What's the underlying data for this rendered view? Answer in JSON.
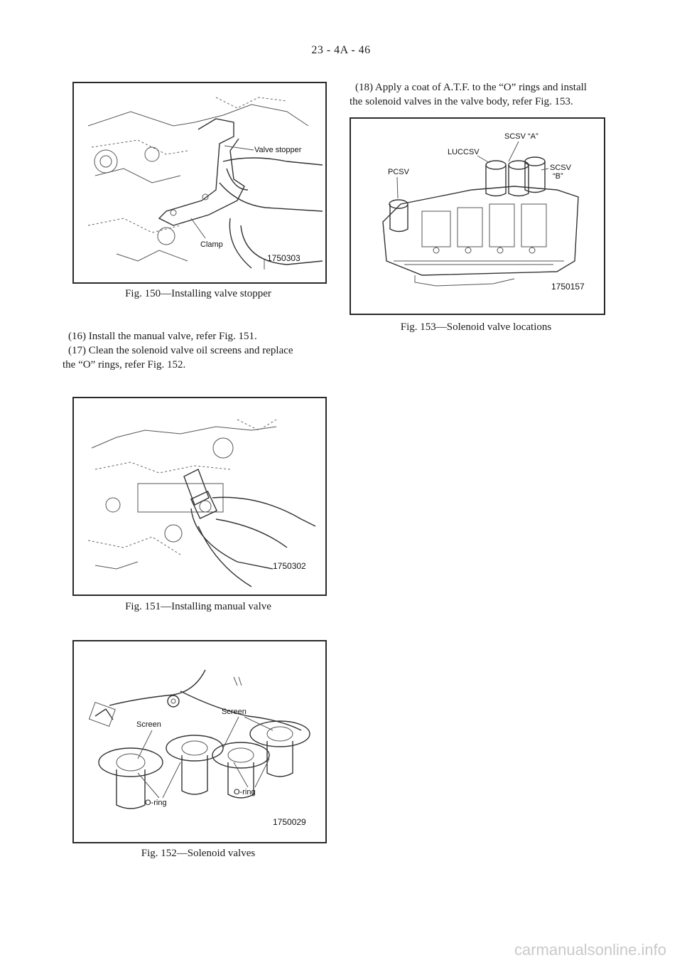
{
  "page_number": "23 - 4A - 46",
  "figures": {
    "fig150": {
      "caption": "Fig. 150—Installing valve stopper",
      "labels": [
        "Valve stopper",
        "Clamp"
      ],
      "code": "1750303"
    },
    "fig151": {
      "caption": "Fig. 151—Installing manual valve",
      "code": "1750302"
    },
    "fig152": {
      "caption": "Fig. 152—Solenoid valves",
      "labels": [
        "Screen",
        "Screen",
        "O-ring",
        "O-ring"
      ],
      "code": "1750029"
    },
    "fig153": {
      "caption": "Fig. 153—Solenoid valve locations",
      "labels": [
        "SCSV “A”",
        "LUCCSV",
        "PCSV",
        "SCSV",
        "“B”"
      ],
      "code": "1750157"
    }
  },
  "steps": {
    "step16": "(16) Install the manual valve, refer Fig. 151.",
    "step17_line1": "(17) Clean the solenoid valve oil screens and replace",
    "step17_line2": "the “O” rings, refer Fig. 152.",
    "step18_line1": "(18) Apply a coat of A.T.F. to the “O” rings and install",
    "step18_line2": "the solenoid valves in the valve body, refer Fig. 153."
  },
  "watermark": "carmanualsonline.info"
}
